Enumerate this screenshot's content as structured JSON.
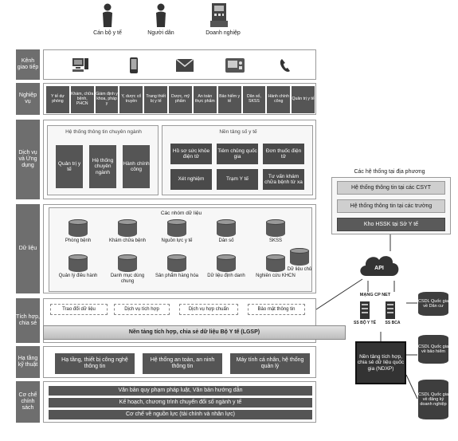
{
  "actors": [
    {
      "label": "Cán bộ y tế",
      "icon": "person-icon"
    },
    {
      "label": "Người dân",
      "icon": "person-icon"
    },
    {
      "label": "Doanh nghiệp",
      "icon": "business-person-icon"
    }
  ],
  "rows": {
    "channel": "Kênh giao tiếp",
    "business": "Nghiệp vụ",
    "services": "Dịch vụ và Ứng dụng",
    "data": "Dữ liệu",
    "integration": "Tích hợp, chia sẻ",
    "infra": "Hạ tầng kỹ thuật",
    "policy": "Cơ chế chính sách"
  },
  "channels": [
    {
      "icon": "desktop-computer-icon"
    },
    {
      "icon": "mobile-phone-icon"
    },
    {
      "icon": "email-icon"
    },
    {
      "icon": "kiosk-icon"
    },
    {
      "icon": "telephone-icon"
    }
  ],
  "business_items": [
    "Y tế dự phòng",
    "Khám, chữa bệnh, PHCN",
    "Giám định y khoa, pháp y",
    "Y, dược cổ truyền",
    "Trang thiết bị y tế",
    "Dược, mỹ phẩm",
    "An toàn thực phẩm",
    "Bảo hiểm y tế",
    "Dân số, SKSS",
    "Hành chính công",
    "Quản trị y tế"
  ],
  "services": {
    "specialized_title": "Hệ thống thông tin chuyên ngành",
    "specialized": [
      "Quản trị y tế",
      "Hệ thống chuyên ngành",
      "Hành chính công"
    ],
    "platform_title": "Nền tảng số y tế",
    "platform": [
      "Hồ sơ sức khỏe điện tử",
      "Tiêm chủng quốc gia",
      "Đơn thuốc điện tử",
      "Xét nghiệm",
      "Trạm Y tế",
      "Tư vấn khám chữa bệnh từ xa"
    ]
  },
  "data_groups": {
    "title": "Các nhóm dữ liệu",
    "items": [
      "Phòng bệnh",
      "Khám chữa bệnh",
      "Nguồn lực y tế",
      "Dân số",
      "SKSS",
      "Quản lý điều hành",
      "Danh mục dùng chung",
      "Sản phẩm hàng hóa",
      "Dữ liệu định danh",
      "Nghiên cứu KHCN",
      "Dữ liệu chủ"
    ]
  },
  "local_systems": {
    "title": "Các hệ thống tại địa phương",
    "items": [
      "Hệ thống thông tin tại các CSYT",
      "Hệ thống thông tin tại các trường",
      "Kho HSSK tại Sở Y tế"
    ]
  },
  "api_label": "API",
  "network": {
    "title": "MẠNG CP NET",
    "server1": "SS BỘ Y TẾ",
    "server2": "SS BCA"
  },
  "integration_services": [
    "Trao đổi dữ liệu",
    "Dịch vụ tích hợp",
    "Dịch vụ hợp chuẩn",
    "Bảo mật thông tin"
  ],
  "lgsp": "Nền tảng tích hợp, chia sẻ dữ liệu Bộ Y tế (LGSP)",
  "ndxp": "Nền tảng tích hợp, chia sẻ dữ liệu quốc gia (NDXP)",
  "national_dbs": [
    "CSDL Quốc gia về Dân cư",
    "CSDL Quốc gia về bảo hiểm",
    "CSDL Quốc gia về đăng ký doanh nghiệp"
  ],
  "infra_items": [
    "Hạ tầng, thiết bị công nghệ thông tin",
    "Hệ thống an toàn, an ninh thông tin",
    "Máy tính cá nhân, hệ thống quản lý"
  ],
  "policy_items": [
    "Văn bản quy phạm pháp luật, Văn bản hướng dẫn",
    "Kế hoạch, chương trình chuyển đổi số ngành y tế",
    "Cơ chế về nguồn lực (tài chính và nhân lực)"
  ]
}
